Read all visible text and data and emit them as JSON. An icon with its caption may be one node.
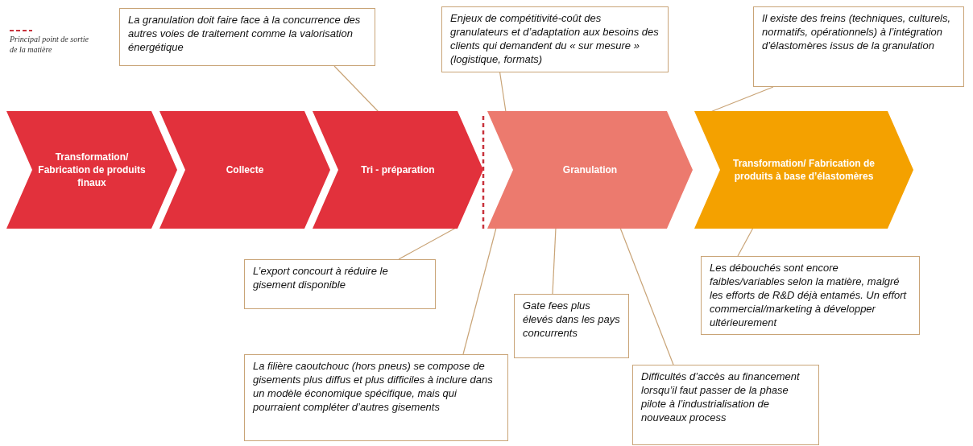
{
  "diagram": {
    "nodes": [
      {
        "text": [
          "Transformation/ Fabrication de produits finaux"
        ]
      },
      {
        "text": [
          "Collecte"
        ]
      },
      {
        "text": [
          "Tri - préparation"
        ]
      },
      {
        "text": [
          "Granulation"
        ]
      },
      {
        "text": [
          "Transformation/ Fabrication de produits à base d’élastomères"
        ]
      },
      {
        "text": [
          "La granulation doit faire face à la concurrence des autres voies de traitement comme la valorisation énergétique"
        ]
      },
      {
        "text": [
          "Enjeux de compétitivité-coût des granulateurs et d’adaptation aux besoins des clients qui demandent du « sur mesure » (logistique, formats)"
        ]
      },
      {
        "text": [
          "Il existe des freins (techniques, culturels, normatifs, opérationnels) à l’intégration d’élastomères issus de la granulation"
        ]
      },
      {
        "text": [
          "L’export concourt à réduire le gisement disponible"
        ]
      },
      {
        "text": [
          "La filière caoutchouc (hors pneus) se compose de gisements plus diffus et plus difficiles à inclure dans un modèle économique spécifique, mais qui pourraient compléter d’autres gisements"
        ]
      },
      {
        "text": [
          "Gate fees plus élevés dans les pays concurrents"
        ]
      },
      {
        "text": [
          "Difficultés d’accès au financement lorsqu’il faut passer de la phase pilote à l’industrialisation de nouveaux process"
        ]
      },
      {
        "text": [
          "Les débouchés  sont encore faibles/variables selon la matière, malgré les efforts de R&D déjà entamés. Un effort commercial/marketing à développer ultérieurement"
        ]
      }
    ],
    "edges": [
      {
        "from": 5,
        "to": 2,
        "arrow": "none"
      },
      {
        "from": 6,
        "to": 3,
        "arrow": "none"
      },
      {
        "from": 7,
        "to": 4,
        "arrow": "none"
      },
      {
        "from": 8,
        "to": 2,
        "arrow": "none"
      },
      {
        "from": 9,
        "to": 3,
        "arrow": "none"
      },
      {
        "from": 10,
        "to": 3,
        "arrow": "none"
      },
      {
        "from": 11,
        "to": 3,
        "arrow": "none"
      },
      {
        "from": 12,
        "to": 4,
        "arrow": "none"
      }
    ],
    "legend": [
      {
        "text": "Principal point de sortie de la matière"
      }
    ]
  }
}
